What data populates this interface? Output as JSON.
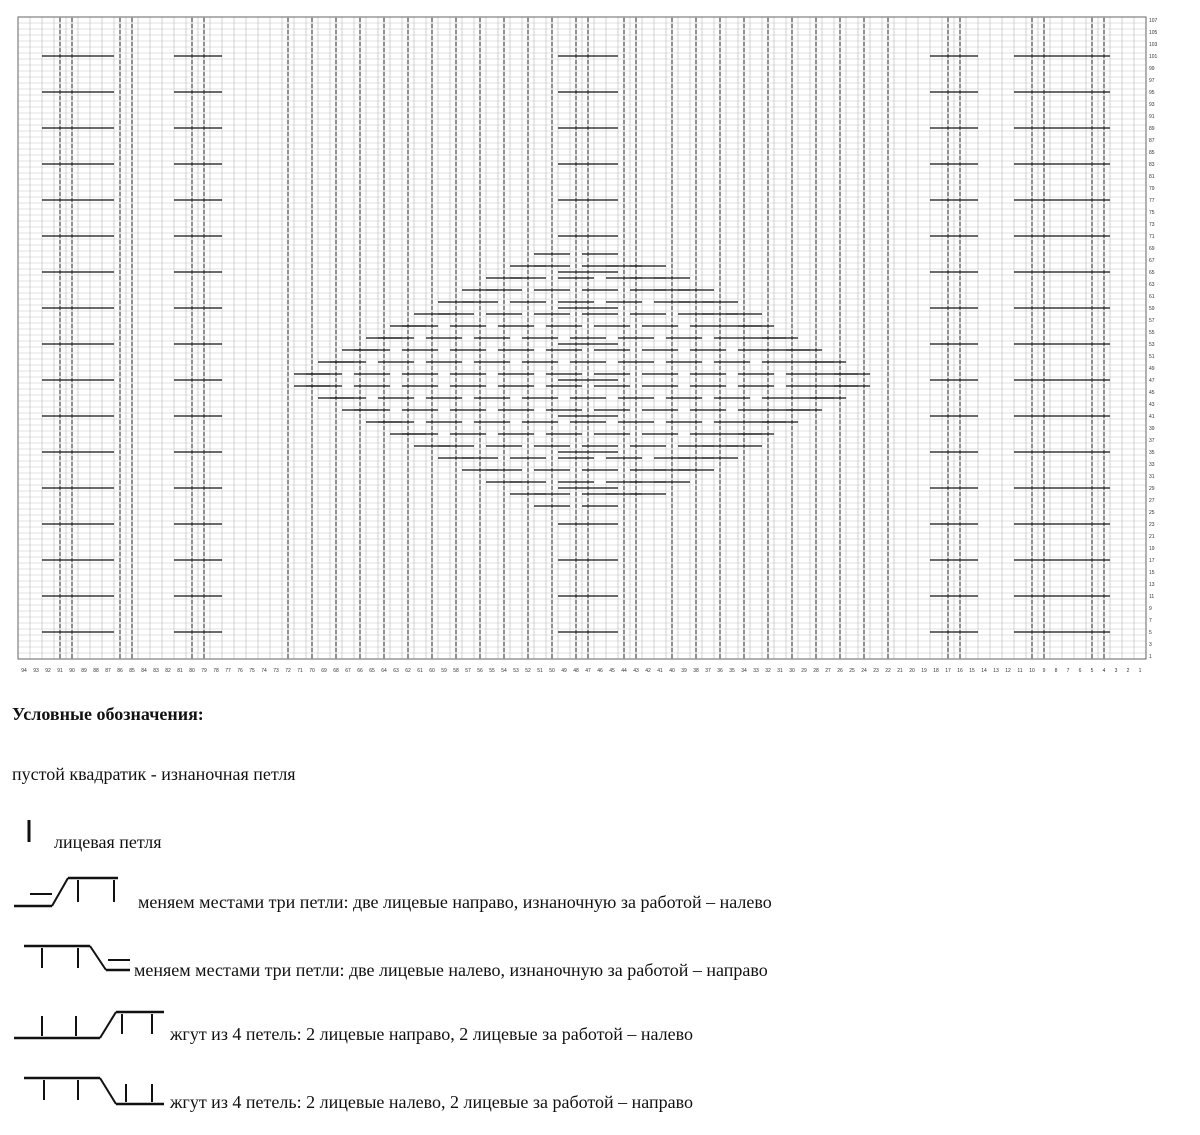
{
  "chart": {
    "columns": 94,
    "rows": 107,
    "column_numbers_right_to_left": true,
    "row_numbers_side": "right",
    "row_number_labels_every": 2
  },
  "legend": {
    "title": "Условные обозначения:",
    "items": [
      {
        "symbol": "purl-empty-square",
        "text": "пустой квадратик  -   изнаночная петля"
      },
      {
        "symbol": "knit-vertical-bar",
        "text": "лицевая петля"
      },
      {
        "symbol": "cross-3-right",
        "text": "меняем местами три петли: две лицевые направо, изнаночную за работой – налево"
      },
      {
        "symbol": "cross-3-left",
        "text": "меняем местами три петли: две лицевые налево, изнаночную за работой – направо"
      },
      {
        "symbol": "cable-4-right",
        "text": "жгут из 4 петель: 2 лицевые направо, 2 лицевые за работой – налево"
      },
      {
        "symbol": "cable-4-left",
        "text": "жгут из 4 петель: 2 лицевые налево, 2 лицевые  за работой – направо"
      }
    ]
  }
}
